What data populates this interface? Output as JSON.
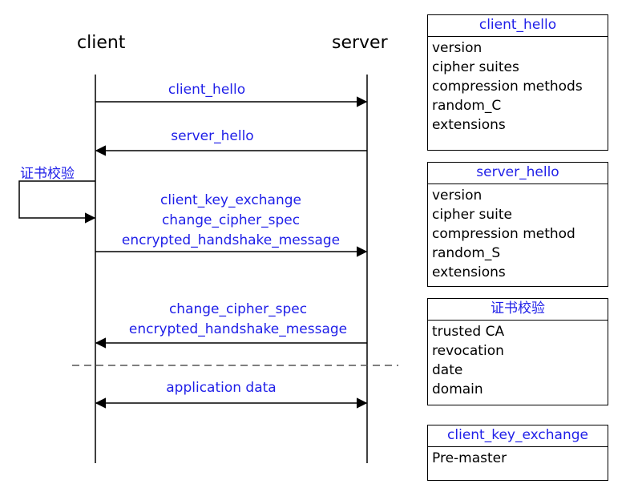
{
  "actors": {
    "client": "client",
    "server": "server"
  },
  "messages": {
    "client_hello": "client_hello",
    "server_hello": "server_hello",
    "self_check": "证书校验",
    "key_exchange": [
      "client_key_exchange",
      "change_cipher_spec",
      "encrypted_handshake_message"
    ],
    "server_finish": [
      "change_cipher_spec",
      "encrypted_handshake_message"
    ],
    "app_data": "application data"
  },
  "boxes": [
    {
      "title": "client_hello",
      "fields": [
        "version",
        "cipher suites",
        "compression methods",
        "random_C",
        "extensions"
      ]
    },
    {
      "title": "server_hello",
      "fields": [
        "version",
        "cipher suite",
        "compression method",
        "random_S",
        "extensions"
      ]
    },
    {
      "title": "证书校验",
      "fields": [
        "trusted CA",
        "revocation",
        "date",
        "domain"
      ]
    },
    {
      "title": "client_key_exchange",
      "fields": [
        "Pre-master"
      ]
    }
  ],
  "colors": {
    "message_text": "#1f1fe8",
    "lines": "#000000"
  }
}
